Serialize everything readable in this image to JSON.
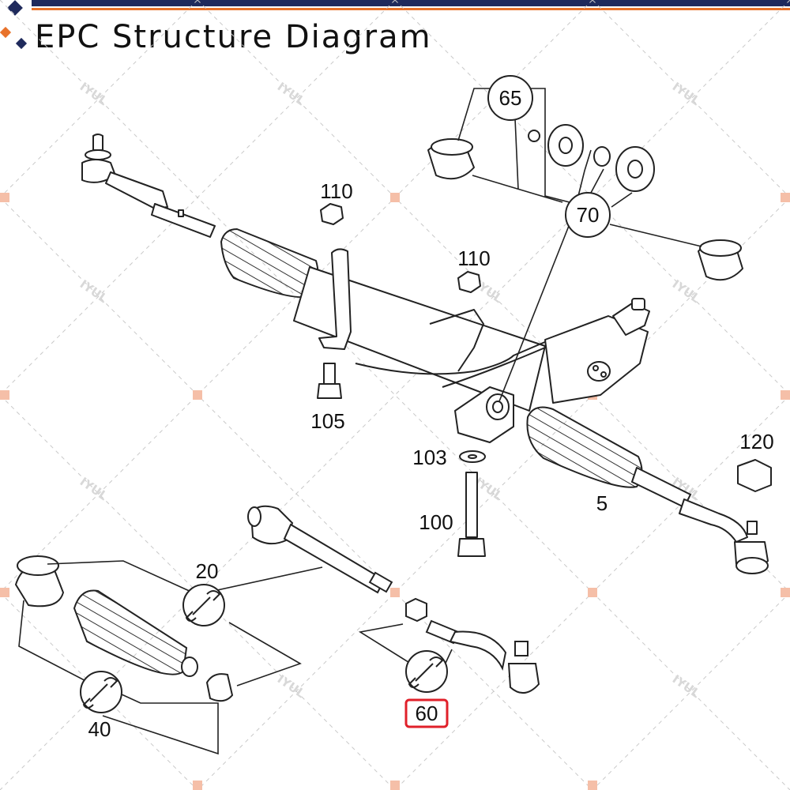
{
  "header": {
    "title": "EPC Structure Diagram",
    "accent_navy": "#1f2a5c",
    "accent_orange": "#e8722a"
  },
  "watermark": {
    "text": "IYUL"
  },
  "diagram": {
    "callouts": {
      "c65": "65",
      "c70": "70",
      "c110a": "110",
      "c110b": "110",
      "c105": "105",
      "c103": "103",
      "c100": "100",
      "c120": "120",
      "c5": "5",
      "c20": "20",
      "c40": "40",
      "c60": "60"
    },
    "highlight_color": "#e0202a",
    "icons": [
      "wrench-icon",
      "wrench-icon",
      "wrench-icon"
    ]
  }
}
